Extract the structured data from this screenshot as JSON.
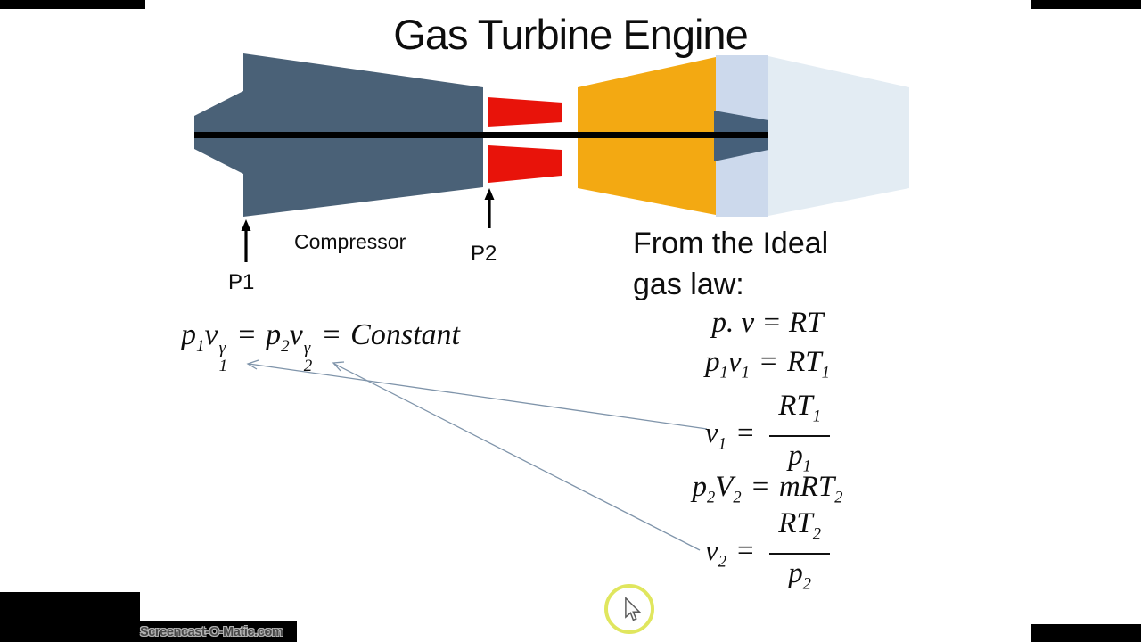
{
  "title": "Gas Turbine Engine",
  "diagram": {
    "compressor_label": "Compressor",
    "p1_label": "P1",
    "p2_label": "P2",
    "colors": {
      "body_slate": "#4a6177",
      "flame_red": "#e8130a",
      "combustor_orange": "#f3a912",
      "band_blue": "#ccd9ec",
      "exhaust_blue": "#e3ecf3",
      "shaft_black": "#000000",
      "annotation_arrow": "#7f94aa"
    }
  },
  "note": {
    "line1": "From the Ideal",
    "line2": "gas law:"
  },
  "equations": {
    "poly": {
      "p_a": "p",
      "p_a_sub": "1",
      "v_a": "v",
      "v_a_sup": "γ",
      "v_a_sub": "1",
      "eq1": "=",
      "p_b": "p",
      "p_b_sub": "2",
      "v_b": "v",
      "v_b_sup": "γ",
      "v_b_sub": "2",
      "eq2": "=",
      "rhs": "Constant"
    },
    "ideal": "p. v = RT",
    "state1": {
      "p": "p",
      "p_sub": "1",
      "v": "v",
      "v_sub": "1",
      "eq": "=",
      "rt": "RT",
      "rt_sub": "1"
    },
    "v1": {
      "v": "v",
      "v_sub": "1",
      "eq": "=",
      "num": "RT",
      "num_sub": "1",
      "den": "p",
      "den_sub": "1"
    },
    "state2": {
      "p": "p",
      "p_sub": "2",
      "V": "V",
      "V_sub": "2",
      "eq": "=",
      "mrt": "mRT",
      "mrt_sub": "2"
    },
    "v2": {
      "v": "v",
      "v_sub": "2",
      "eq": "=",
      "num": "RT",
      "num_sub": "2",
      "den": "p",
      "den_sub": "2"
    }
  },
  "cursor": {
    "highlight_color": "#dce348"
  },
  "watermark": "Screencast-O-Matic.com"
}
